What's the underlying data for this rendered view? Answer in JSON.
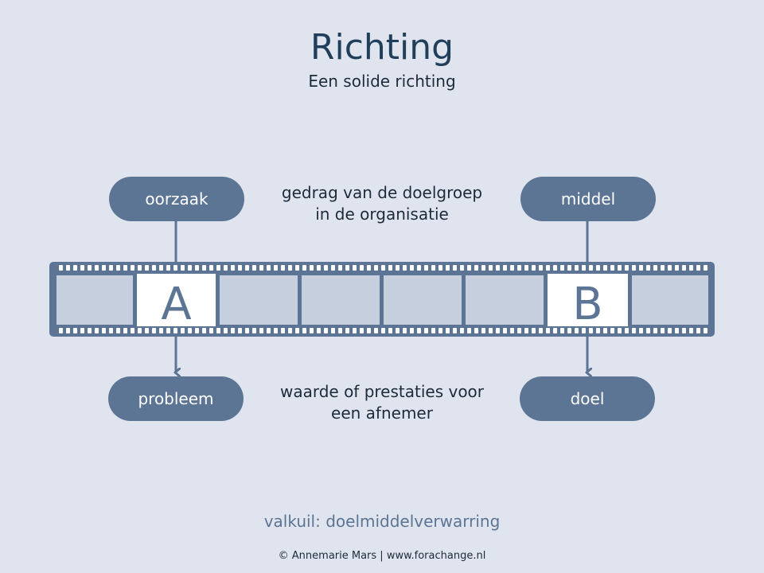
{
  "title": "Richting",
  "subtitle": "Een solide richting",
  "labels": {
    "top_left": "oorzaak",
    "top_right": "middel",
    "bottom_left": "probleem",
    "bottom_right": "doel"
  },
  "middle_top": {
    "line1": "gedrag van de doelgroep",
    "line2": "in de organisatie"
  },
  "middle_bottom": {
    "line1": "waarde of prestaties voor",
    "line2": "een afnemer"
  },
  "frames": {
    "a": "A",
    "b": "B"
  },
  "pitfall": "valkuil: doelmiddelverwarring",
  "footer": "© Annemarie Mars | www.forachange.nl",
  "colors": {
    "background": "#e0e4ee",
    "accent": "#5c7595",
    "frame_fill": "#c6cfdd",
    "title": "#1f3f5a"
  }
}
